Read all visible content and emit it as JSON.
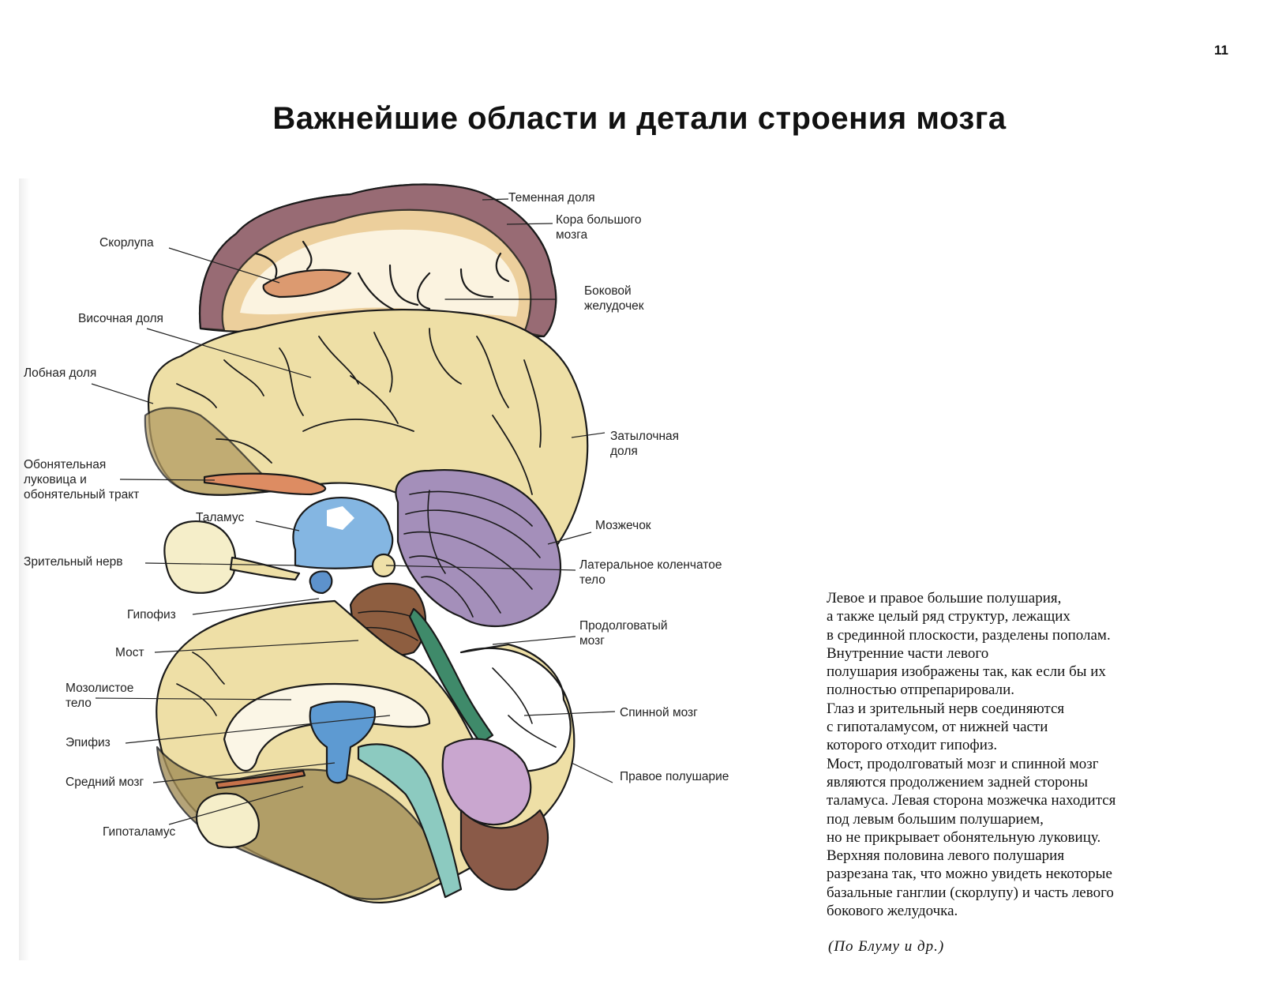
{
  "page": {
    "number": "11",
    "title": "Важнейшие области и детали строения мозга"
  },
  "figure": {
    "labels": [
      {
        "id": "parietal-lobe",
        "text": "Теменная доля"
      },
      {
        "id": "cerebral-cortex",
        "text": "Кора большого мозга"
      },
      {
        "id": "putamen",
        "text": "Скорлупа"
      },
      {
        "id": "lateral-ventricle",
        "text": "Боковой желудочек"
      },
      {
        "id": "temporal-lobe",
        "text": "Височная доля"
      },
      {
        "id": "frontal-lobe",
        "text": "Лобная доля"
      },
      {
        "id": "occipital-lobe",
        "text": "Затылочная доля"
      },
      {
        "id": "olfactory-bulb",
        "text": "Обонятельная луковица и обонятельный тракт"
      },
      {
        "id": "thalamus",
        "text": "Таламус"
      },
      {
        "id": "cerebellum",
        "text": "Мозжечок"
      },
      {
        "id": "optic-nerve",
        "text": "Зрительный нерв"
      },
      {
        "id": "lateral-geniculate",
        "text": "Латеральное коленчатое тело"
      },
      {
        "id": "pituitary",
        "text": "Гипофиз"
      },
      {
        "id": "medulla",
        "text": "Продолговатый мозг"
      },
      {
        "id": "pons",
        "text": "Мост"
      },
      {
        "id": "corpus-callosum",
        "text": "Мозолистое тело"
      },
      {
        "id": "spinal-cord",
        "text": "Спинной мозг"
      },
      {
        "id": "pineal",
        "text": "Эпифиз"
      },
      {
        "id": "midbrain",
        "text": "Средний мозг"
      },
      {
        "id": "right-hemisphere",
        "text": "Правое полушарие"
      },
      {
        "id": "hypothalamus",
        "text": "Гипоталамус"
      }
    ],
    "label_lines": {
      "parietal_1": "Теменная доля",
      "cortex_1": "Кора большого",
      "cortex_2": "мозга",
      "putamen_1": "Скорлупа",
      "ventricle_1": "Боковой",
      "ventricle_2": "желудочек",
      "temporal_1": "Височная доля",
      "frontal_1": "Лобная доля",
      "occipital_1": "Затылочная",
      "occipital_2": "доля",
      "olfactory_1": "Обонятельная",
      "olfactory_2": "луковица и",
      "olfactory_3": "обонятельный тракт",
      "thalamus_1": "Таламус",
      "cerebellum_1": "Мозжечок",
      "optic_1": "Зрительный нерв",
      "geniculate_1": "Латеральное коленчатое",
      "geniculate_2": "тело",
      "pituitary_1": "Гипофиз",
      "medulla_1": "Продолговатый",
      "medulla_2": "мозг",
      "pons_1": "Мост",
      "callosum_1": "Мозолистое",
      "callosum_2": "тело",
      "spinal_1": "Спинной мозг",
      "pineal_1": "Эпифиз",
      "midbrain_1": "Средний мозг",
      "right_hemi_1": "Правое полушарие",
      "hypothalamus_1": "Гипоталамус"
    },
    "colors": {
      "hemisphere": "#eddca0",
      "hemisphere_dark": "#a8935a",
      "cortex_purple": "#8a5a6e",
      "putamen": "#d9926a",
      "thalamus_blue": "#7fb0e0",
      "cerebellum_purple": "#9a86b0",
      "brainstem_brown": "#8c5a3c",
      "spinal_green": "#3f8a6a",
      "ventricle_blue": "#5a9ad0",
      "eye": "#f4edc6"
    }
  },
  "caption": {
    "lines": [
      "Левое и правое большие полушария,",
      "а также целый ряд структур, лежащих",
      "в срединной плоскости, разделены пополам.",
      " Внутренние части левого",
      "полушария изображены так, как если бы их",
      "полностью отпрепарировали.",
      " Глаз и зрительный нерв соединяются",
      "с гипоталамусом, от нижней части",
      "которого отходит гипофиз.",
      " Мост, продолговатый мозг и спинной мозг",
      "являются продолжением задней стороны",
      "таламуса. Левая сторона мозжечка находится",
      "под левым большим полушарием,",
      "но не прикрывает обонятельную луковицу.",
      " Верхняя половина левого полушария",
      "разрезана так, что можно увидеть некоторые",
      "базальные ганглии (скорлупу) и часть левого",
      "бокового  желудочка."
    ],
    "source": "(По  Блуму  и  др.)"
  }
}
